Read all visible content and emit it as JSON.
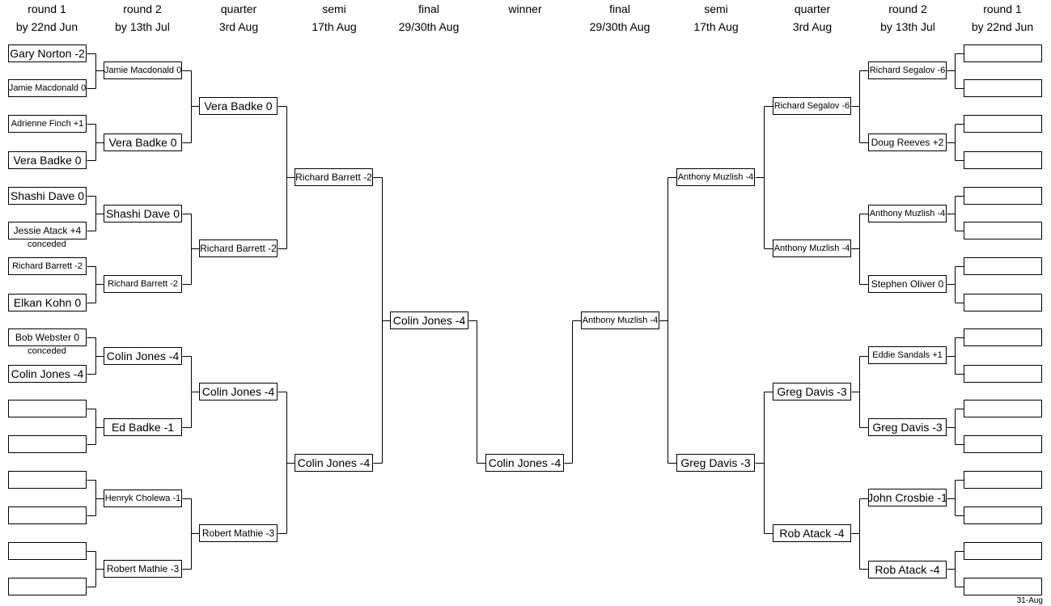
{
  "headers": {
    "left": [
      {
        "title": "round 1",
        "date": "by 22nd Jun"
      },
      {
        "title": "round 2",
        "date": "by 13th Jul"
      },
      {
        "title": "quarter",
        "date": "3rd Aug"
      },
      {
        "title": "semi",
        "date": "17th Aug"
      },
      {
        "title": "final",
        "date": "29/30th Aug"
      }
    ],
    "center": {
      "title": "winner",
      "date": ""
    },
    "right": [
      {
        "title": "final",
        "date": "29/30th Aug"
      },
      {
        "title": "semi",
        "date": "17th Aug"
      },
      {
        "title": "quarter",
        "date": "3rd Aug"
      },
      {
        "title": "round 2",
        "date": "by 13th Jul"
      },
      {
        "title": "round 1",
        "date": "by 22nd Jun"
      }
    ]
  },
  "left": {
    "round1": [
      "Gary Norton -2",
      "Jamie Macdonald 0",
      "Adrienne Finch +1",
      "Vera Badke 0",
      "Shashi Dave 0",
      "Jessie Atack +4",
      "Richard Barrett -2",
      "Elkan Kohn 0",
      "Bob Webster 0",
      "Colin Jones -4",
      "",
      "",
      "",
      "",
      "",
      ""
    ],
    "round2": [
      "Jamie Macdonald 0",
      "Vera Badke 0",
      "Shashi Dave 0",
      "Richard Barrett -2",
      "Colin Jones -4",
      "Ed Badke -1",
      "Henryk Cholewa -1",
      "Robert Mathie -3"
    ],
    "quarter": [
      "Vera Badke 0",
      "Richard Barrett -2",
      "Colin Jones -4",
      "Robert Mathie -3"
    ],
    "semi": [
      "Richard Barrett -2",
      "Colin Jones -4"
    ],
    "final": [
      "Colin Jones -4"
    ]
  },
  "winner": "Colin Jones -4",
  "right": {
    "final": [
      "Anthony Muzlish -4"
    ],
    "semi": [
      "Anthony Muzlish -4",
      "Greg Davis -3"
    ],
    "quarter": [
      "Richard Segalov -6",
      "Anthony Muzlish -4",
      "Greg Davis -3",
      "Rob Atack -4"
    ],
    "round2": [
      "Richard Segalov -6",
      "Doug Reeves +2",
      "Anthony Muzlish -4",
      "Stephen Oliver 0",
      "Eddie Sandals +1",
      "Greg Davis -3",
      "John Crosbie -1",
      "Rob Atack -4"
    ],
    "round1": [
      "",
      "",
      "",
      "",
      "",
      "",
      "",
      "",
      "",
      "",
      "",
      "",
      "",
      "",
      "",
      ""
    ]
  },
  "notes": {
    "conceded_1": "conceded",
    "conceded_2": "conceded"
  },
  "footer": "31-Aug"
}
